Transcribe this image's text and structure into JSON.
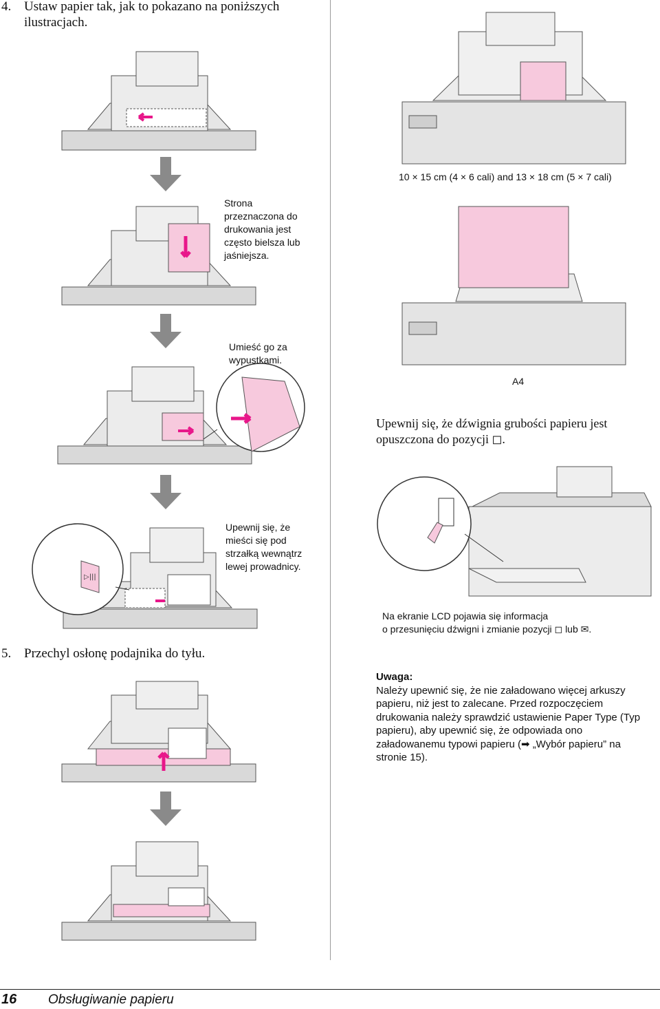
{
  "step4": {
    "number": "4.",
    "text1": "Ustaw papier tak, jak to pokazano na poniższych",
    "text2": "ilustracjach."
  },
  "captions": {
    "printable_side": [
      "Strona",
      "przeznaczona do",
      "drukowania jest",
      "często bielsza lub",
      "jaśniejsza."
    ],
    "under_tabs": [
      "Umieść go za",
      "wypustkami."
    ],
    "under_arrow": [
      "Upewnij się, że",
      "mieści się pod",
      "strzałką wewnątrz",
      "lewej prowadnicy."
    ],
    "small_sizes": "10 × 15 cm (4 × 6 cali) and 13 × 18 cm (5 × 7 cali)",
    "a4": "A4",
    "lcd": [
      "Na ekranie LCD pojawia się informacja",
      "o przesunięciu dźwigni i zmianie pozycji ◻ lub ✉."
    ]
  },
  "lever_note": {
    "line1": "Upewnij się, że dźwignia grubości papieru jest",
    "line2": "opuszczona do pozycji ◻."
  },
  "step5": {
    "number": "5.",
    "text": "Przechyl osłonę podajnika do tyłu."
  },
  "note": {
    "title": "Uwaga:",
    "lines": [
      "Należy upewnić się, że nie załadowano więcej arkuszy",
      "papieru, niż jest to zalecane. Przed rozpoczęciem",
      "drukowania należy sprawdzić ustawienie Paper Type (Typ",
      "papieru), aby upewnić się, że odpowiada ono",
      "załadowanemu typowi papieru (➡ „Wybór papieru” na",
      "stronie 15)."
    ]
  },
  "footer": {
    "page_number": "16",
    "section_title": "Obsługiwanie papieru"
  },
  "colors": {
    "paper_pink": "#f7c9dd",
    "arrow_magenta": "#e8178a",
    "step_arrow_gray": "#8a8a8a",
    "printer_gray": "#d9d9d9",
    "outline": "#555555"
  }
}
